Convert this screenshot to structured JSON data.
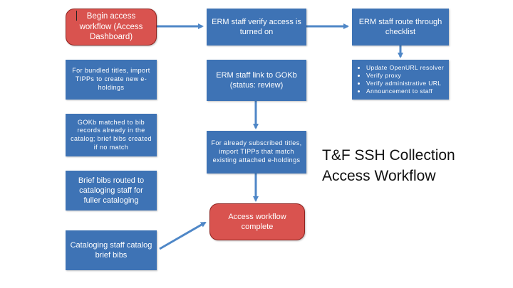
{
  "boxes": {
    "begin": "Begin access workflow (Access Dashboard)",
    "verify": "ERM staff verify access is turned on",
    "route": "ERM staff route through checklist",
    "bundled": "For bundled titles, import TIPPs to create new e-holdings",
    "link": "ERM staff link to GOKb (status: review)",
    "checklist": [
      "Update OpenURL resolver",
      "Verify proxy",
      "Verify administrative URL",
      "Announcement to staff"
    ],
    "gokb": "GOKb matched to bib records already in the catalog; brief bibs created if no match",
    "subscribed": "For already subscribed titles, import TIPPs that match existing attached e-holdings",
    "brief": "Brief bibs routed to cataloging staff for fuller cataloging",
    "complete": "Access workflow complete",
    "catalog": "Cataloging staff catalog brief bibs"
  },
  "title": "T&F SSH Collection\nAccess Workflow",
  "colors": {
    "box": "#3e73b5",
    "terminal": "#d9534f",
    "arrow": "#4f87c7"
  }
}
